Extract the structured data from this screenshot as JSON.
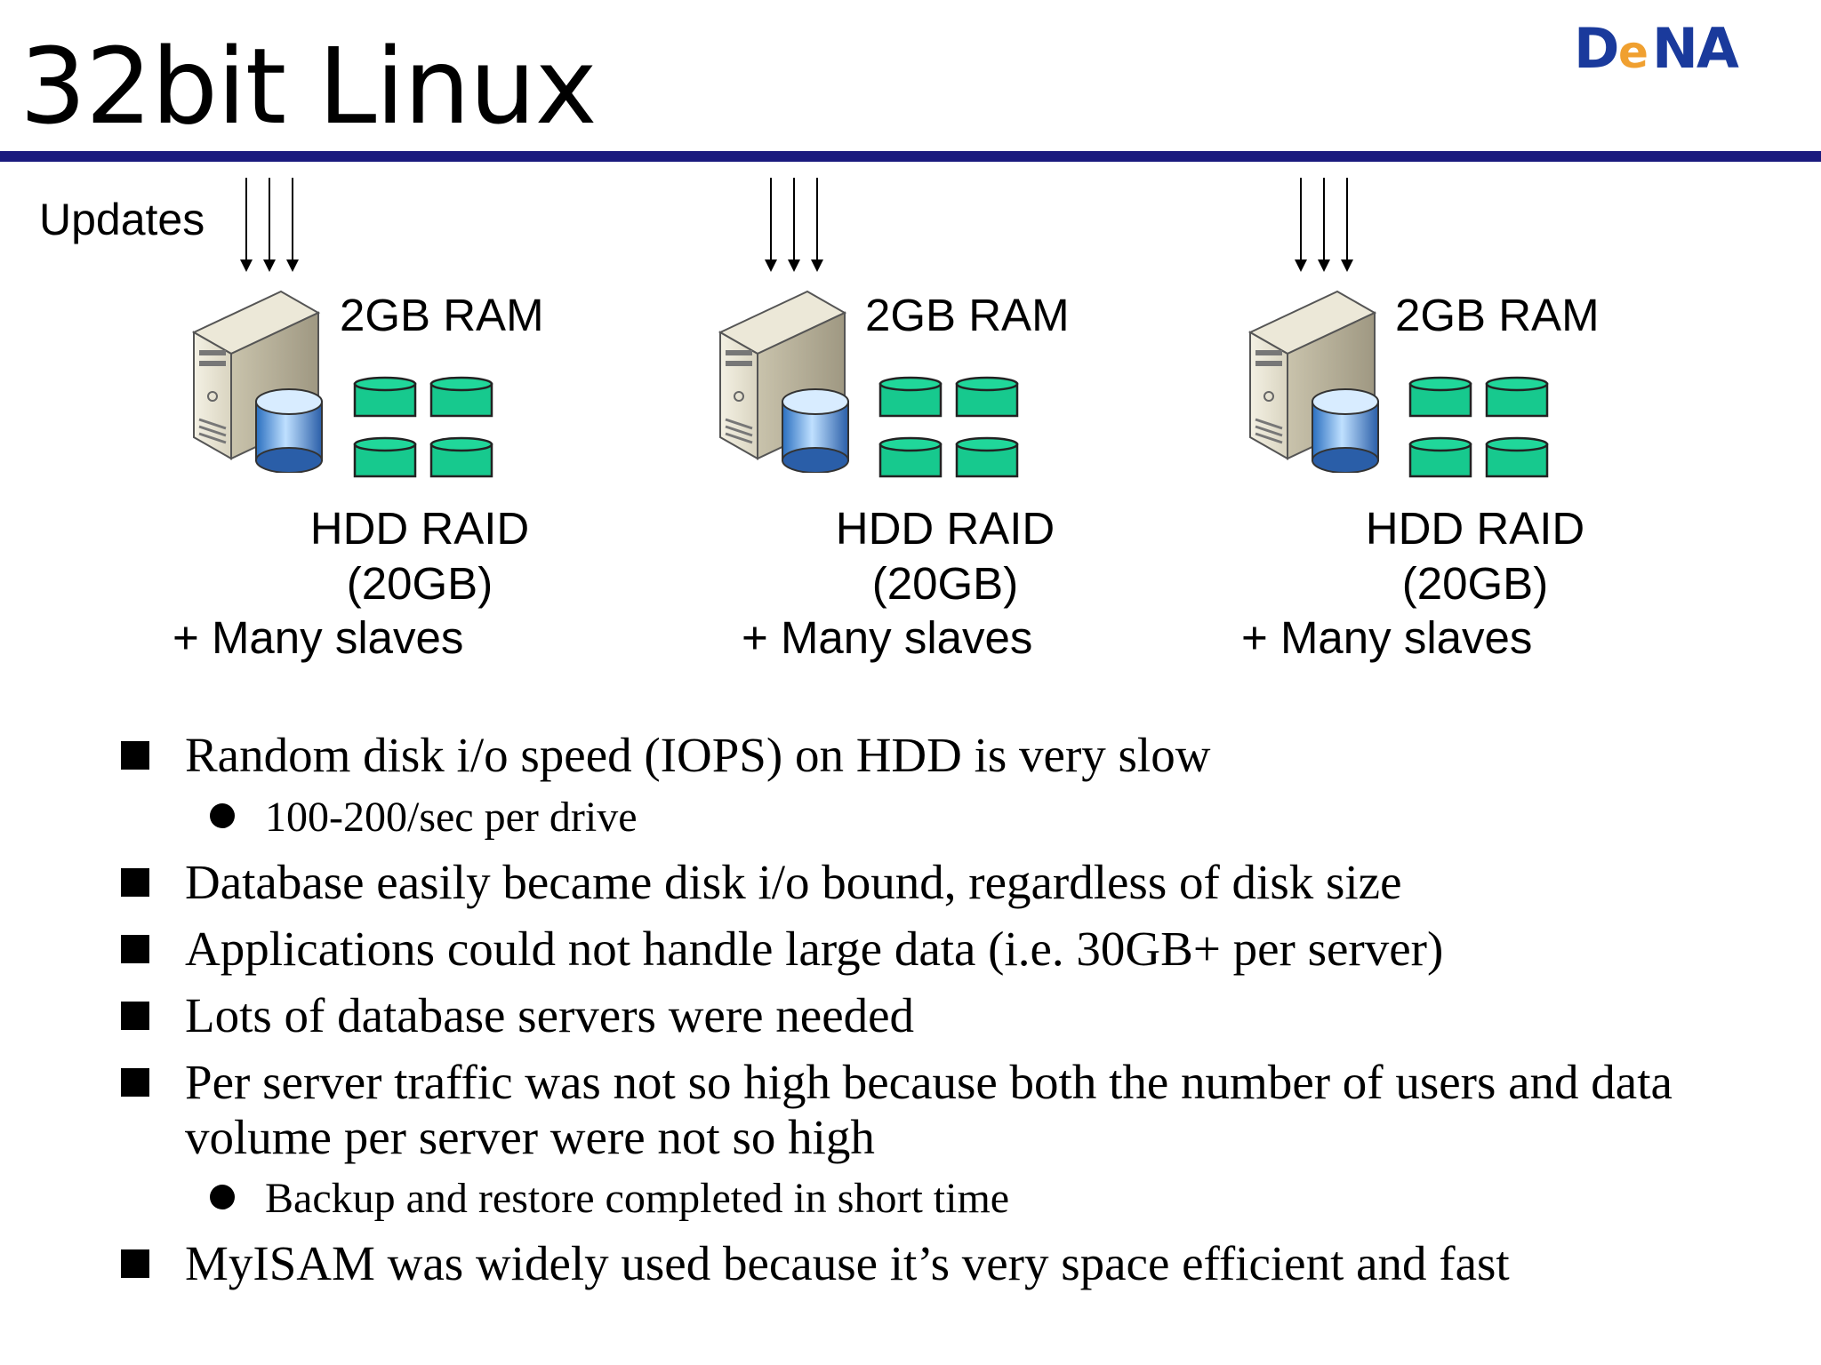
{
  "slide": {
    "title": "32bit Linux",
    "logo_text": "DeNA",
    "colors": {
      "rule": "#1a1a7e",
      "logo_blue": "#1a3a9c",
      "logo_orange": "#f0a030",
      "disk_green": "#17c98e"
    }
  },
  "diagram": {
    "updates_label": "Updates",
    "servers": [
      {
        "ram": "2GB RAM",
        "hdd_line1": "HDD RAID",
        "hdd_line2": "(20GB)",
        "slaves": "+ Many slaves"
      },
      {
        "ram": "2GB RAM",
        "hdd_line1": "HDD RAID",
        "hdd_line2": "(20GB)",
        "slaves": "+ Many slaves"
      },
      {
        "ram": "2GB RAM",
        "hdd_line1": "HDD RAID",
        "hdd_line2": "(20GB)",
        "slaves": "+ Many slaves"
      }
    ]
  },
  "bullets": {
    "b1": "Random disk i/o speed (IOPS) on HDD is very slow",
    "b1_sub": "100-200/sec per drive",
    "b2": "Database easily became disk i/o bound, regardless of disk size",
    "b3": "Applications could not handle large data (i.e. 30GB+ per server)",
    "b4": "Lots of database servers were needed",
    "b5_line1": "Per server traffic was not so high because both the number of users and data",
    "b5_line2": "volume per server were not so high",
    "b5_sub": "Backup and restore completed in short time",
    "b6": "MyISAM was widely used because it’s very space efficient and fast"
  }
}
